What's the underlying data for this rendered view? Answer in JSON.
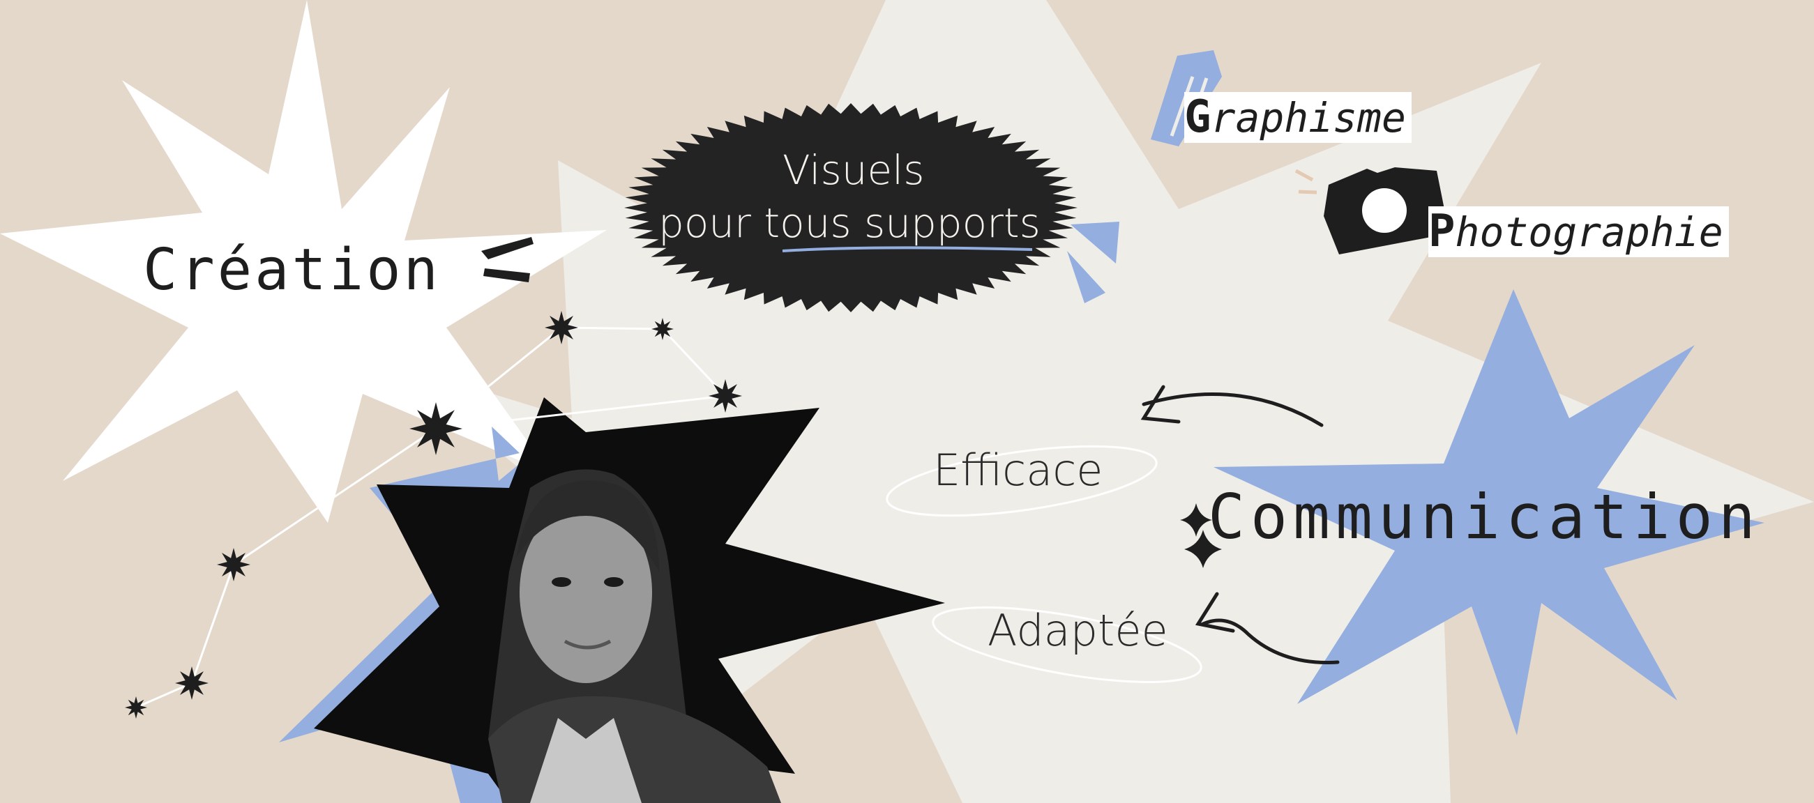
{
  "colors": {
    "background": "#E4D8CB",
    "light_burst": "#EFEDE8",
    "white_burst": "#FFFFFF",
    "accent_blue": "#93AEDF",
    "dark": "#1E1E1E"
  },
  "headings": {
    "creation": "Création",
    "communication": "Communication"
  },
  "tags": {
    "graphisme_initial": "G",
    "graphisme_rest": "raphisme",
    "photographie_initial": "P",
    "photographie_rest": "hotographie"
  },
  "badge": {
    "line1": "Visuels",
    "line2_part1": "pour ",
    "line2_part2": "tous supports"
  },
  "qualities": {
    "efficace": "Efficace",
    "adaptee": "Adaptée"
  },
  "icons": [
    "camera-icon",
    "sparkle-icon",
    "constellation",
    "highlighter-icon",
    "arrow-icon",
    "portrait-photo"
  ]
}
